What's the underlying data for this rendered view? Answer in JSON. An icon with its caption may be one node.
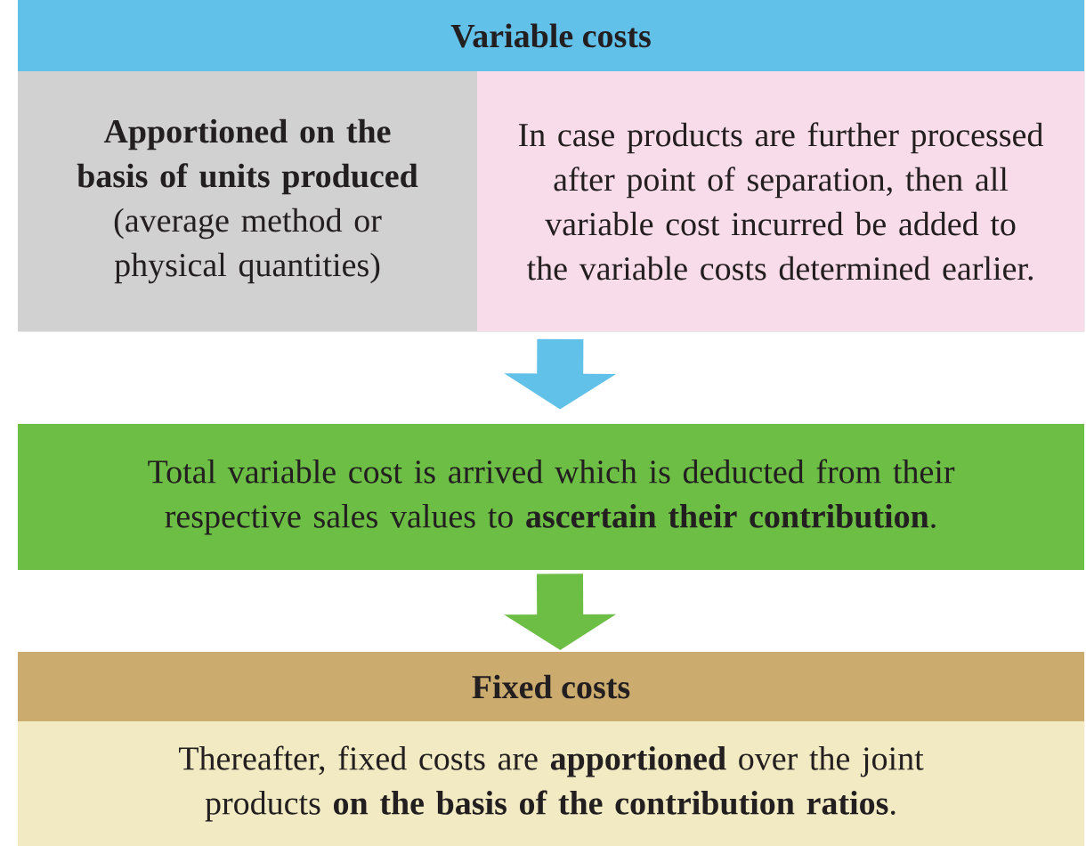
{
  "diagram": {
    "nodes": [
      {
        "text": [
          "Variable costs"
        ]
      },
      {
        "text": [
          "**Apportioned on the basis of units produced** (average method or physical quantities)"
        ],
        "in": 0
      },
      {
        "text": [
          "In case products are further processed after point of separation, then all variable cost incurred be added to the variable costs determined earlier."
        ],
        "in": 0
      },
      {
        "text": [
          "Total variable cost is arrived which is deducted from their respective sales values to **ascertain their contribution**."
        ]
      },
      {
        "text": [
          "Fixed costs"
        ]
      },
      {
        "text": [
          "Thereafter, fixed costs are **apportioned** over the joint products **on the basis of the contribution ratios**."
        ],
        "in": 4
      }
    ],
    "edges": [
      {
        "from": 0,
        "to": 3,
        "arrow": "to",
        "color": "#62c1e9"
      },
      {
        "from": 3,
        "to": 4,
        "arrow": "to",
        "color": "#6dbe45"
      }
    ]
  }
}
